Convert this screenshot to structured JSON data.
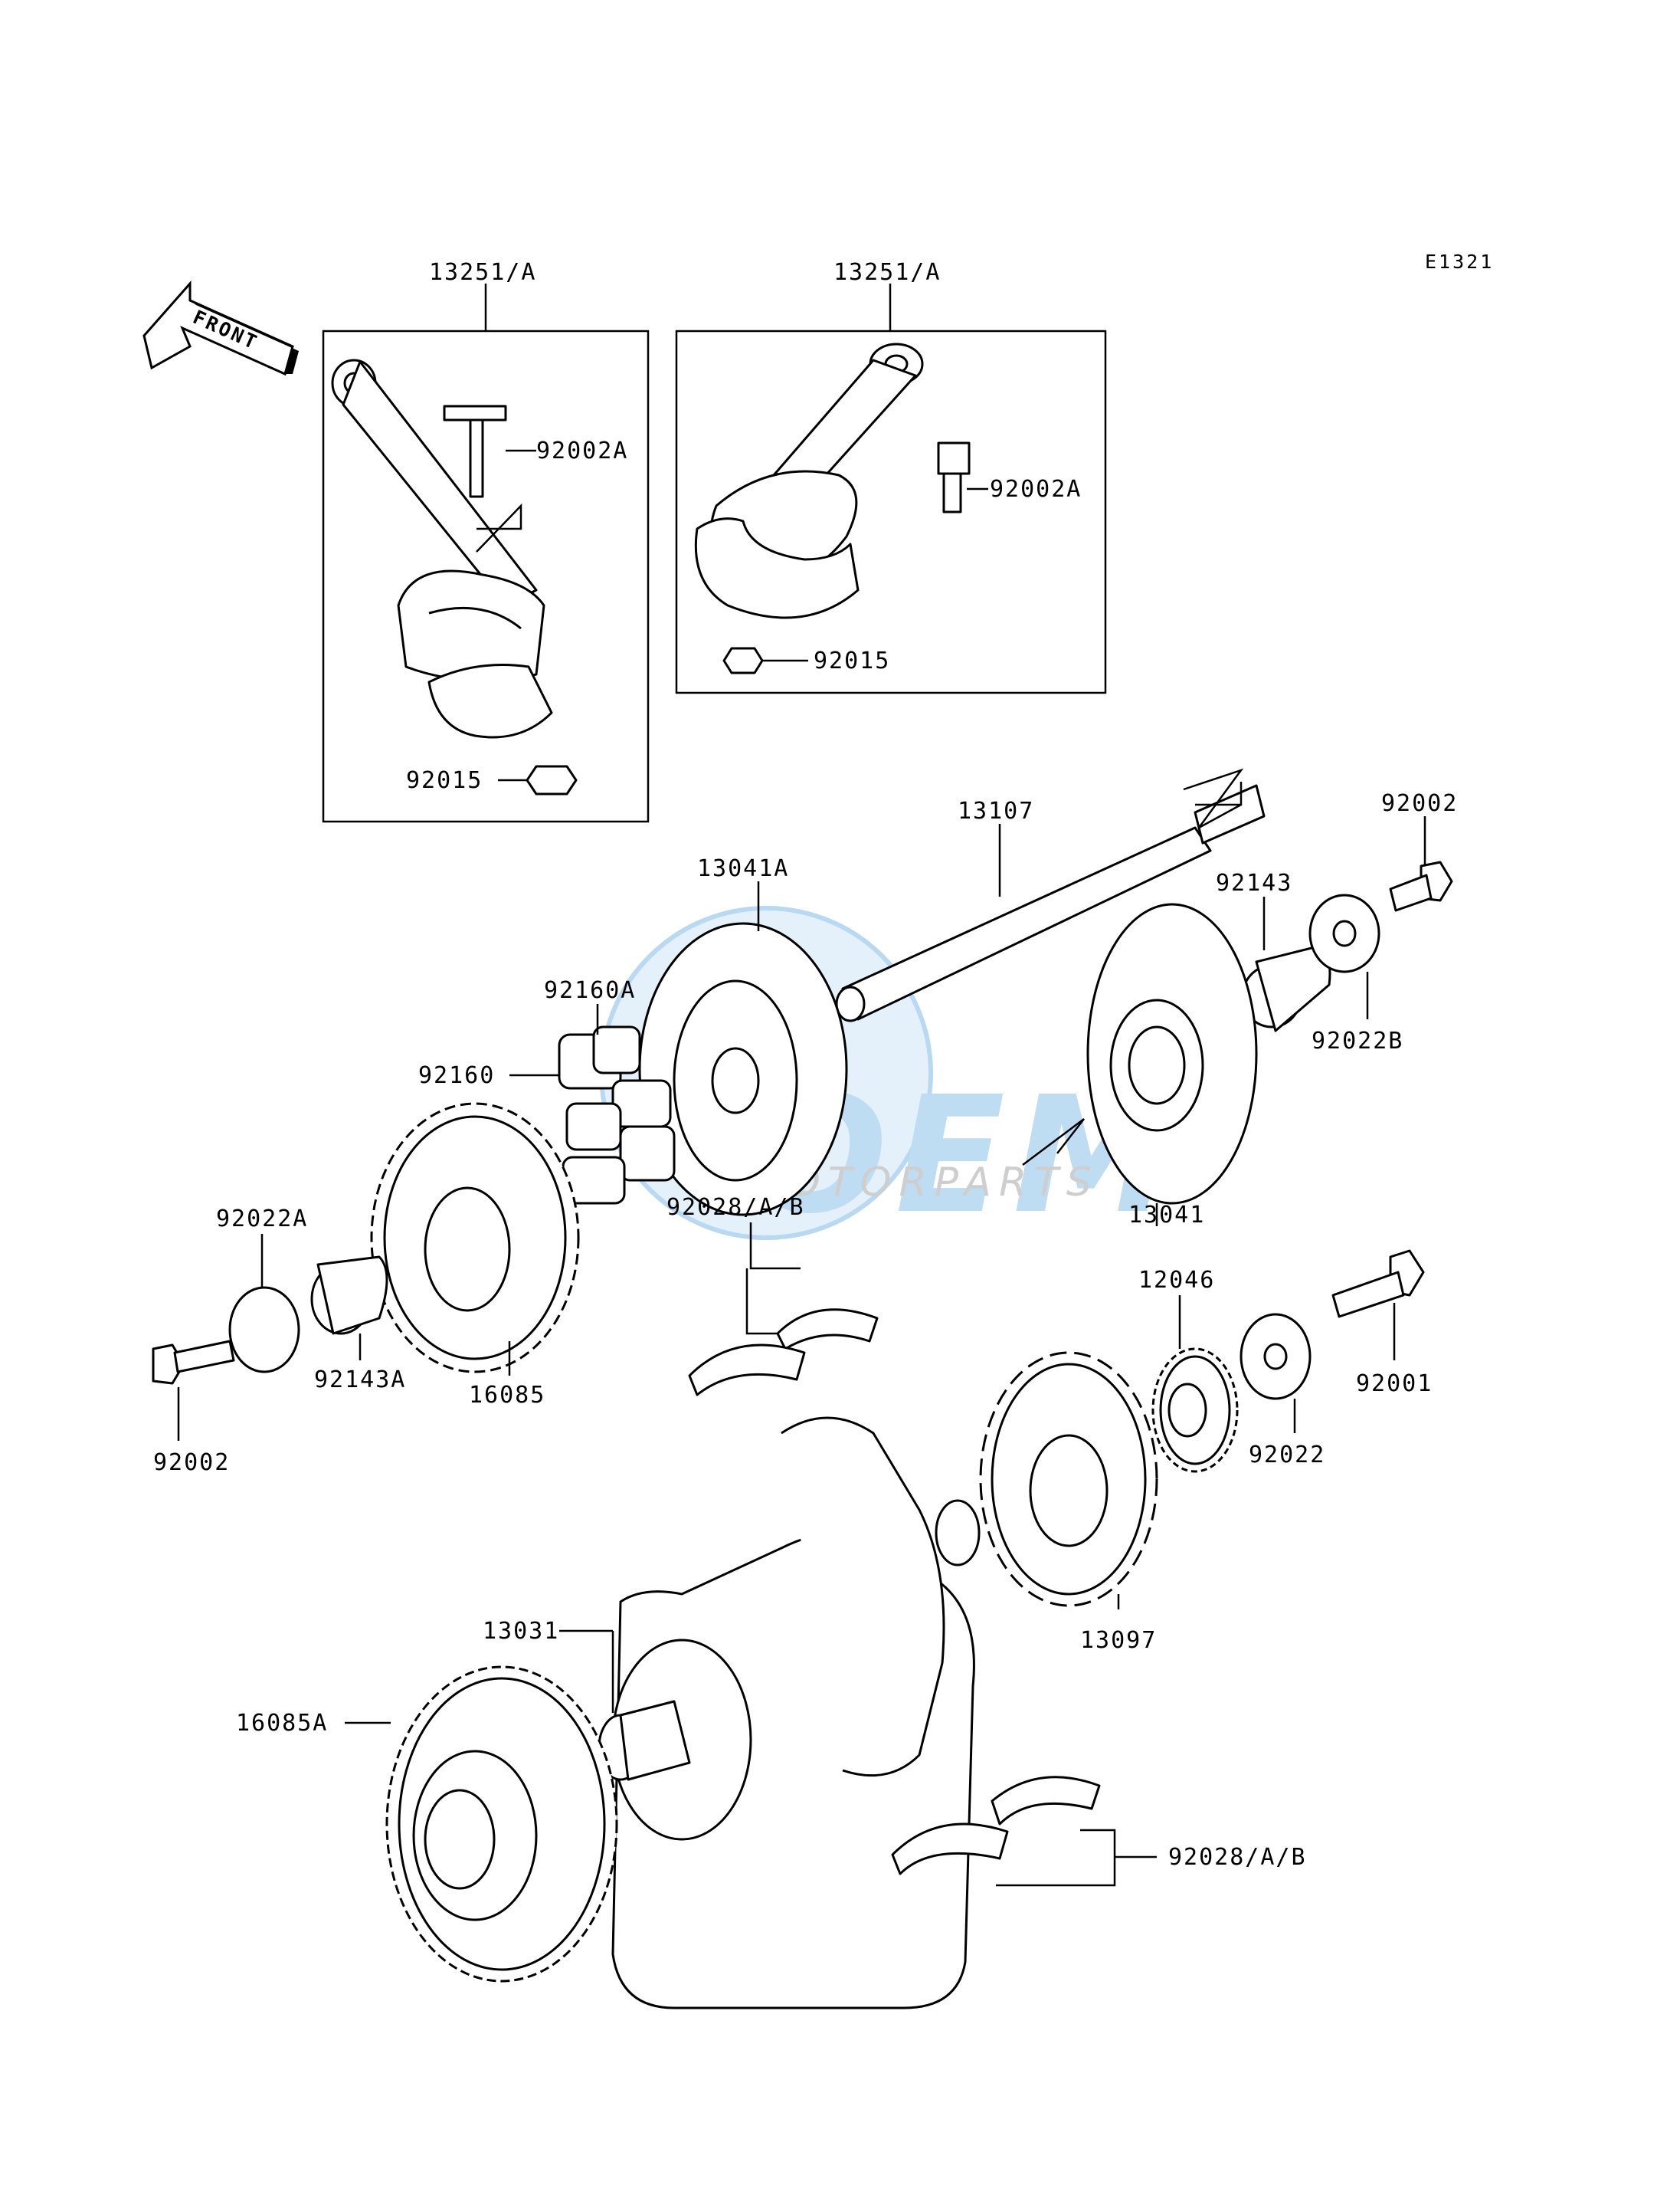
{
  "code": "E1321",
  "front_label": "FRONT",
  "watermark": {
    "brand": "OEM",
    "sub": "MOTORPARTS",
    "color": "#4aa3df"
  },
  "labels": {
    "rod_left": "13251/A",
    "rod_right": "13251/A",
    "bolt_left": "92002A",
    "bolt_right": "92002A",
    "nut_left": "92015",
    "nut_right": "92015",
    "shaft": "13107",
    "hub_a": "13041A",
    "bolt_top_right": "92002",
    "collar_right": "92143",
    "washer_right": "92022B",
    "damper_a": "92160A",
    "damper": "92160",
    "hub": "13041",
    "bearing_top": "92028/A/B",
    "washer_left": "92022A",
    "collar_left": "92143A",
    "gear_left": "16085",
    "bolt_left_low": "92002",
    "gear_small": "12046",
    "bolt_right_low": "92001",
    "washer_right_low": "92022",
    "sprocket": "13097",
    "crankshaft": "13031",
    "gear_large": "16085A",
    "bearing_bottom": "92028/A/B"
  }
}
